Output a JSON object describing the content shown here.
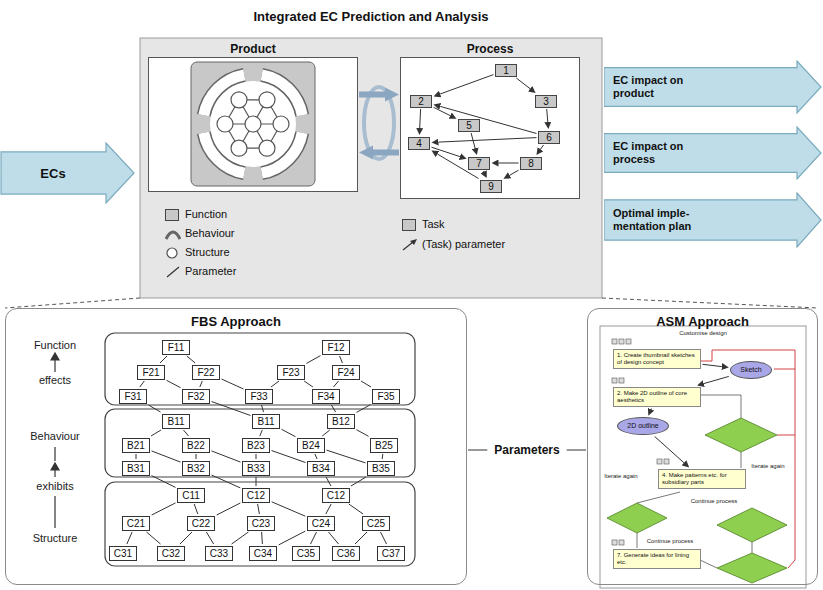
{
  "diagram": {
    "title": "Integrated EC Prediction and Analysis",
    "nodes": [
      {
        "text": [
          "ECs"
        ]
      },
      {
        "text": [
          "Product"
        ]
      },
      {
        "text": [
          "Process"
        ]
      },
      {
        "text": [
          "1"
        ],
        "in": 2
      },
      {
        "text": [
          "2"
        ],
        "in": 2
      },
      {
        "text": [
          "3"
        ],
        "in": 2
      },
      {
        "text": [
          "4"
        ],
        "in": 2
      },
      {
        "text": [
          "5"
        ],
        "in": 2
      },
      {
        "text": [
          "6"
        ],
        "in": 2
      },
      {
        "text": [
          "7"
        ],
        "in": 2
      },
      {
        "text": [
          "8"
        ],
        "in": 2
      },
      {
        "text": [
          "9"
        ],
        "in": 2
      },
      {
        "text": [
          "EC impact on product"
        ]
      },
      {
        "text": [
          "EC impact on process"
        ]
      },
      {
        "text": [
          "Optimal imple- mentation plan"
        ]
      },
      {
        "text": [
          "FBS Approach"
        ]
      },
      {
        "text": [
          "F11"
        ],
        "in": 15
      },
      {
        "text": [
          "F12"
        ],
        "in": 15
      },
      {
        "text": [
          "F21"
        ],
        "in": 15
      },
      {
        "text": [
          "F22"
        ],
        "in": 15
      },
      {
        "text": [
          "F23"
        ],
        "in": 15
      },
      {
        "text": [
          "F24"
        ],
        "in": 15
      },
      {
        "text": [
          "F31"
        ],
        "in": 15
      },
      {
        "text": [
          "F32"
        ],
        "in": 15
      },
      {
        "text": [
          "F33"
        ],
        "in": 15
      },
      {
        "text": [
          "F34"
        ],
        "in": 15
      },
      {
        "text": [
          "F35"
        ],
        "in": 15
      },
      {
        "text": [
          "B11"
        ],
        "in": 15
      },
      {
        "text": [
          "B11"
        ],
        "in": 15
      },
      {
        "text": [
          "B12"
        ],
        "in": 15
      },
      {
        "text": [
          "B21"
        ],
        "in": 15
      },
      {
        "text": [
          "B22"
        ],
        "in": 15
      },
      {
        "text": [
          "B23"
        ],
        "in": 15
      },
      {
        "text": [
          "B24"
        ],
        "in": 15
      },
      {
        "text": [
          "B25"
        ],
        "in": 15
      },
      {
        "text": [
          "B31"
        ],
        "in": 15
      },
      {
        "text": [
          "B32"
        ],
        "in": 15
      },
      {
        "text": [
          "B33"
        ],
        "in": 15
      },
      {
        "text": [
          "B34"
        ],
        "in": 15
      },
      {
        "text": [
          "B35"
        ],
        "in": 15
      },
      {
        "text": [
          "C11"
        ],
        "in": 15
      },
      {
        "text": [
          "C12"
        ],
        "in": 15
      },
      {
        "text": [
          "C12"
        ],
        "in": 15
      },
      {
        "text": [
          "C21"
        ],
        "in": 15
      },
      {
        "text": [
          "C22"
        ],
        "in": 15
      },
      {
        "text": [
          "C23"
        ],
        "in": 15
      },
      {
        "text": [
          "C24"
        ],
        "in": 15
      },
      {
        "text": [
          "C25"
        ],
        "in": 15
      },
      {
        "text": [
          "C31"
        ],
        "in": 15
      },
      {
        "text": [
          "C32"
        ],
        "in": 15
      },
      {
        "text": [
          "C33"
        ],
        "in": 15
      },
      {
        "text": [
          "C34"
        ],
        "in": 15
      },
      {
        "text": [
          "C35"
        ],
        "in": 15
      },
      {
        "text": [
          "C36"
        ],
        "in": 15
      },
      {
        "text": [
          "C37"
        ],
        "in": 15
      },
      {
        "text": [
          "Parameters"
        ]
      },
      {
        "text": [
          "ASM Approach"
        ]
      },
      {
        "text": [
          "1. Create thumbnail sketches of design concept"
        ],
        "in": 56
      },
      {
        "text": [
          "Sketch"
        ],
        "in": 56
      },
      {
        "text": [
          "2. Make 2D outline of core aesthetics"
        ],
        "in": 56
      },
      {
        "text": [
          "2D outline"
        ],
        "in": 56
      },
      {
        "text": [
          "4. Make patterns etc. for subsidiary parts"
        ],
        "in": 56
      },
      {
        "text": [
          "7. Generate ideas for lining etc."
        ],
        "in": 56
      }
    ],
    "edges": [
      {
        "from": 3,
        "to": 4,
        "arrow": "to"
      },
      {
        "from": 3,
        "to": 5,
        "arrow": "to"
      },
      {
        "from": 4,
        "to": 7,
        "arrow": "to"
      },
      {
        "from": 4,
        "to": 6,
        "arrow": "to"
      },
      {
        "from": 5,
        "to": 8,
        "arrow": "to"
      },
      {
        "from": 8,
        "to": 4,
        "arrow": "to"
      },
      {
        "from": 8,
        "to": 6,
        "arrow": "to"
      },
      {
        "from": 6,
        "to": 9,
        "arrow": "to"
      },
      {
        "from": 7,
        "to": 9,
        "arrow": "to"
      },
      {
        "from": 9,
        "to": 11,
        "arrow": "to"
      },
      {
        "from": 10,
        "to": 9,
        "arrow": "to"
      },
      {
        "from": 8,
        "to": 10,
        "arrow": "to"
      },
      {
        "from": 10,
        "to": 11,
        "arrow": "to"
      },
      {
        "from": 11,
        "to": 6,
        "arrow": "to"
      },
      {
        "from": 1,
        "to": 2,
        "arrow": "to"
      },
      {
        "from": 2,
        "to": 1,
        "arrow": "to"
      },
      {
        "from": 16,
        "to": 18,
        "arrow": "none"
      },
      {
        "from": 16,
        "to": 19,
        "arrow": "none"
      },
      {
        "from": 17,
        "to": 20,
        "arrow": "none"
      },
      {
        "from": 17,
        "to": 21,
        "arrow": "none"
      },
      {
        "from": 18,
        "to": 22,
        "arrow": "none"
      },
      {
        "from": 18,
        "to": 23,
        "arrow": "none"
      },
      {
        "from": 19,
        "to": 23,
        "arrow": "none"
      },
      {
        "from": 19,
        "to": 24,
        "arrow": "none"
      },
      {
        "from": 20,
        "to": 24,
        "arrow": "none"
      },
      {
        "from": 20,
        "to": 25,
        "arrow": "none"
      },
      {
        "from": 21,
        "to": 25,
        "arrow": "none"
      },
      {
        "from": 21,
        "to": 26,
        "arrow": "none"
      },
      {
        "from": 22,
        "to": 27,
        "arrow": "none"
      },
      {
        "from": 23,
        "to": 28,
        "arrow": "none"
      },
      {
        "from": 24,
        "to": 28,
        "arrow": "none"
      },
      {
        "from": 25,
        "to": 29,
        "arrow": "none"
      },
      {
        "from": 26,
        "to": 29,
        "arrow": "none"
      },
      {
        "from": 27,
        "to": 30,
        "arrow": "none"
      },
      {
        "from": 27,
        "to": 31,
        "arrow": "none"
      },
      {
        "from": 28,
        "to": 32,
        "arrow": "none"
      },
      {
        "from": 28,
        "to": 33,
        "arrow": "none"
      },
      {
        "from": 29,
        "to": 33,
        "arrow": "none"
      },
      {
        "from": 29,
        "to": 34,
        "arrow": "none"
      },
      {
        "from": 30,
        "to": 35,
        "arrow": "none"
      },
      {
        "from": 30,
        "to": 36,
        "arrow": "none"
      },
      {
        "from": 31,
        "to": 36,
        "arrow": "none"
      },
      {
        "from": 31,
        "to": 37,
        "arrow": "none"
      },
      {
        "from": 32,
        "to": 37,
        "arrow": "none"
      },
      {
        "from": 32,
        "to": 38,
        "arrow": "none"
      },
      {
        "from": 33,
        "to": 38,
        "arrow": "none"
      },
      {
        "from": 33,
        "to": 39,
        "arrow": "none"
      },
      {
        "from": 34,
        "to": 39,
        "arrow": "none"
      },
      {
        "from": 35,
        "to": 40,
        "arrow": "none"
      },
      {
        "from": 36,
        "to": 41,
        "arrow": "none"
      },
      {
        "from": 37,
        "to": 41,
        "arrow": "none"
      },
      {
        "from": 38,
        "to": 42,
        "arrow": "none"
      },
      {
        "from": 39,
        "to": 42,
        "arrow": "none"
      },
      {
        "from": 40,
        "to": 43,
        "arrow": "none"
      },
      {
        "from": 40,
        "to": 44,
        "arrow": "none"
      },
      {
        "from": 41,
        "to": 44,
        "arrow": "none"
      },
      {
        "from": 41,
        "to": 45,
        "arrow": "none"
      },
      {
        "from": 41,
        "to": 46,
        "arrow": "none"
      },
      {
        "from": 42,
        "to": 46,
        "arrow": "none"
      },
      {
        "from": 42,
        "to": 47,
        "arrow": "none"
      },
      {
        "from": 43,
        "to": 48,
        "arrow": "none"
      },
      {
        "from": 43,
        "to": 49,
        "arrow": "none"
      },
      {
        "from": 44,
        "to": 49,
        "arrow": "none"
      },
      {
        "from": 44,
        "to": 50,
        "arrow": "none"
      },
      {
        "from": 45,
        "to": 50,
        "arrow": "none"
      },
      {
        "from": 45,
        "to": 51,
        "arrow": "none"
      },
      {
        "from": 46,
        "to": 51,
        "arrow": "none"
      },
      {
        "from": 46,
        "to": 52,
        "arrow": "none"
      },
      {
        "from": 46,
        "to": 53,
        "arrow": "none"
      },
      {
        "from": 47,
        "to": 53,
        "arrow": "none"
      },
      {
        "from": 47,
        "to": 54,
        "arrow": "none"
      },
      {
        "from": 15,
        "to": 55,
        "arrow": "none"
      },
      {
        "from": 55,
        "to": 56,
        "arrow": "none"
      },
      {
        "from": 57,
        "to": 58,
        "arrow": "to"
      },
      {
        "from": 58,
        "to": 59,
        "arrow": "to"
      },
      {
        "from": 59,
        "to": 60,
        "arrow": "to"
      },
      {
        "from": 60,
        "to": 61,
        "arrow": "to"
      }
    ],
    "labels": [
      "Function",
      "effects",
      "Behaviour",
      "exhibits",
      "Structure",
      "Customise design",
      "Iterate again",
      "Iterate again",
      "Continue process",
      "Continue process"
    ],
    "legend": [
      {
        "text": "Function",
        "color": "#c8c8c8"
      },
      {
        "text": "Behaviour"
      },
      {
        "text": "Structure"
      },
      {
        "text": "Parameter"
      },
      {
        "text": "Task",
        "color": "#c8c8c8"
      },
      {
        "text": "(Task) parameter"
      }
    ]
  }
}
